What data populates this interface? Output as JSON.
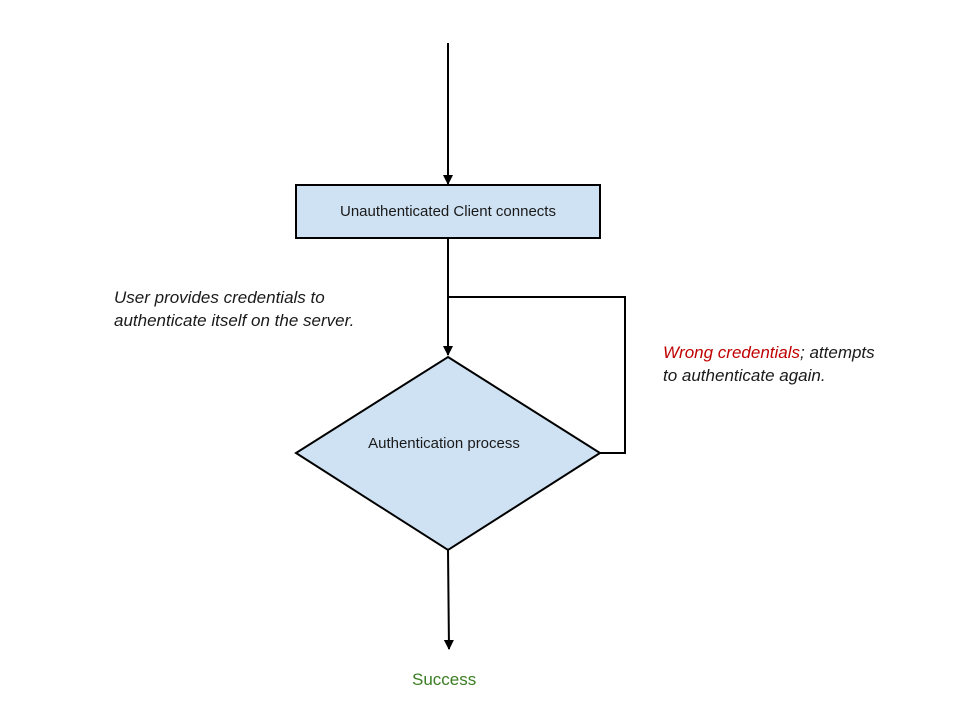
{
  "nodes": {
    "start": {
      "label": "Unauthenticated Client connects"
    },
    "decision": {
      "label": "Authentication process"
    }
  },
  "annotations": {
    "user_credentials": {
      "line1": "User provides credentials to",
      "line2": "authenticate itself on the server."
    },
    "wrong_credentials": {
      "highlight": "Wrong credentials",
      "line1_rest": "; attempts",
      "line2": "to authenticate again."
    }
  },
  "outcome": {
    "label": "Success"
  },
  "colors": {
    "node_fill": "#cfe2f3",
    "node_stroke": "#000000",
    "wrong_text": "#c00000",
    "success_text": "#3a7d23"
  }
}
